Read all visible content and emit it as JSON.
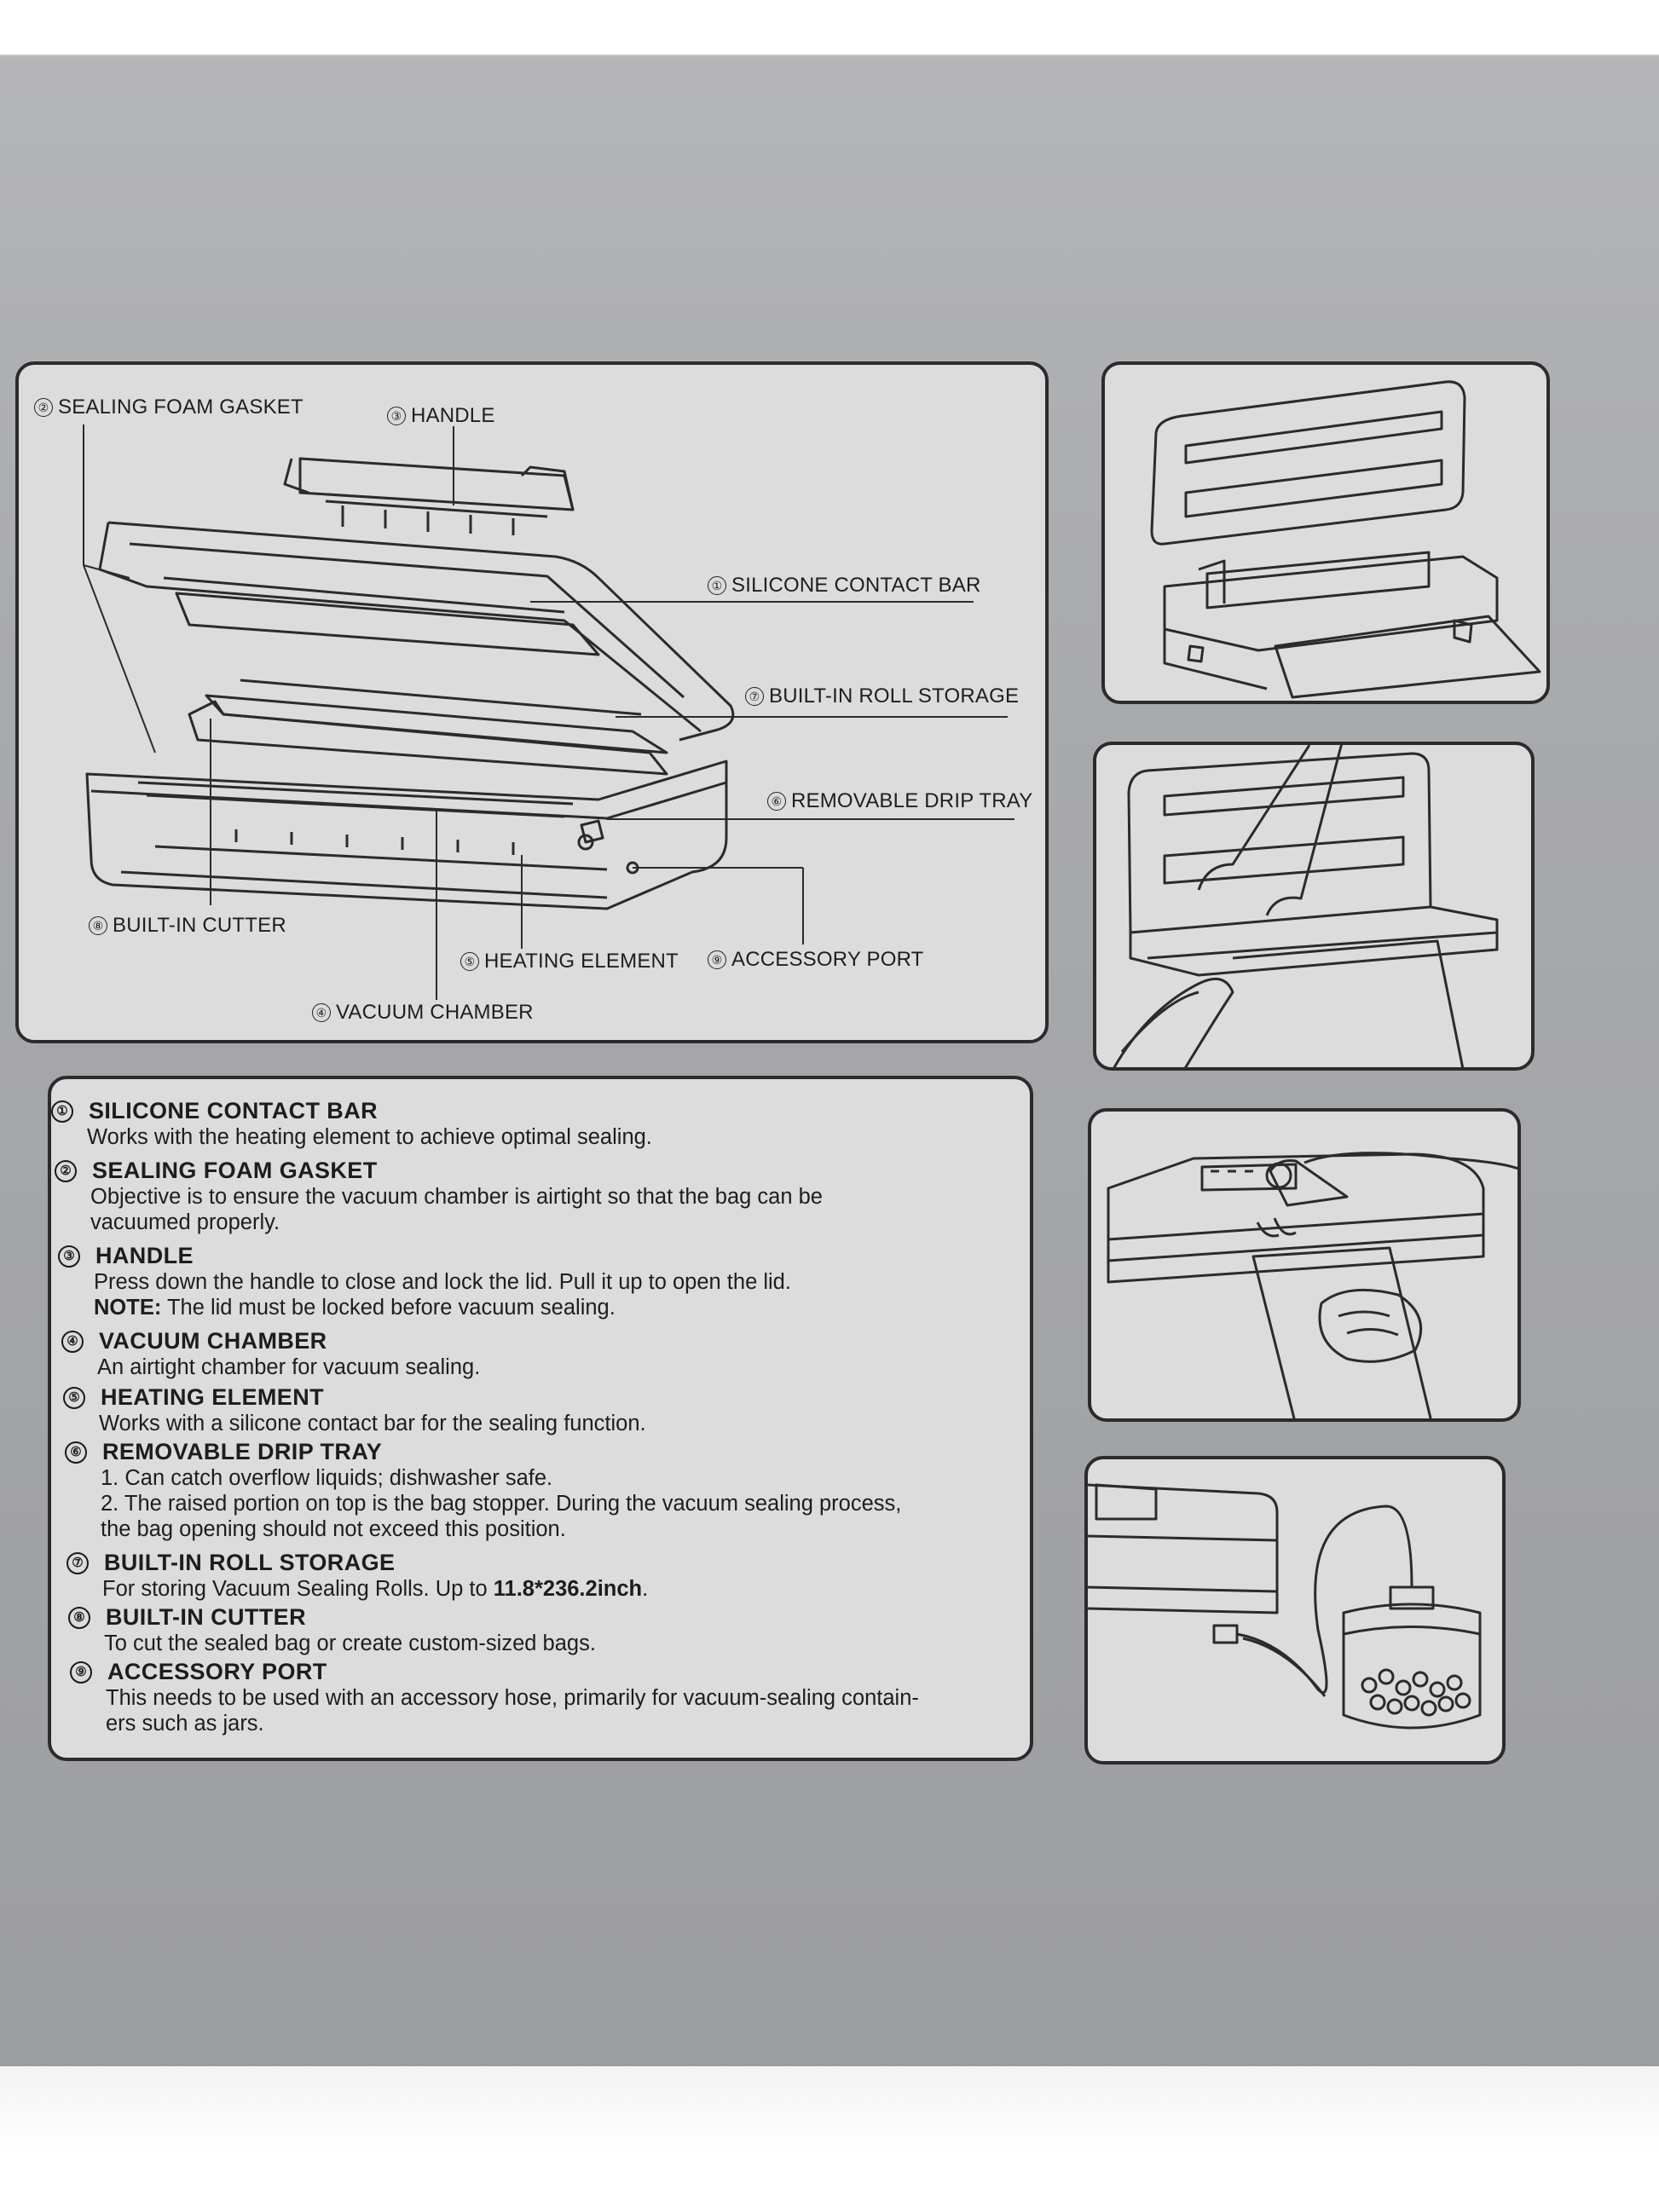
{
  "callouts": [
    {
      "number": "②",
      "label": "SEALING FOAM GASKET"
    },
    {
      "number": "③",
      "label": "HANDLE"
    },
    {
      "number": "①",
      "label": "SILICONE CONTACT BAR"
    },
    {
      "number": "⑦",
      "label": "BUILT-IN ROLL STORAGE"
    },
    {
      "number": "⑥",
      "label": "REMOVABLE DRIP TRAY"
    },
    {
      "number": "⑧",
      "label": "BUILT-IN CUTTER"
    },
    {
      "number": "⑤",
      "label": "HEATING ELEMENT"
    },
    {
      "number": "⑨",
      "label": "ACCESSORY PORT"
    },
    {
      "number": "④",
      "label": "VACUUM CHAMBER"
    }
  ],
  "descriptions": [
    {
      "number": "①",
      "title": "SILICONE CONTACT BAR",
      "lines": [
        "Works with the heating element to achieve optimal sealing."
      ]
    },
    {
      "number": "②",
      "title": "SEALING FOAM GASKET",
      "lines": [
        "Objective is to ensure the vacuum chamber is airtight so that the bag can be",
        "vacuumed properly."
      ]
    },
    {
      "number": "③",
      "title": "HANDLE",
      "lines": [
        "Press down the handle to close and lock the lid. Pull it up to open the lid."
      ],
      "note_label": "NOTE:",
      "note_text": " The lid must be locked before vacuum sealing."
    },
    {
      "number": "④",
      "title": "VACUUM CHAMBER",
      "lines": [
        "An airtight chamber for vacuum sealing."
      ]
    },
    {
      "number": "⑤",
      "title": "HEATING ELEMENT",
      "lines": [
        "Works with a silicone contact bar for the sealing function."
      ]
    },
    {
      "number": "⑥",
      "title": "REMOVABLE DRIP TRAY",
      "lines": [
        "1. Can catch overflow liquids; dishwasher safe.",
        "2. The raised portion on top is the bag stopper. During the vacuum sealing process,",
        "the bag opening should not exceed this position."
      ]
    },
    {
      "number": "⑦",
      "title": "BUILT-IN ROLL STORAGE",
      "lines": [],
      "size_prefix": "For storing Vacuum Sealing Rolls. Up to ",
      "size_value": "11.8*236.2inch",
      "size_suffix": "."
    },
    {
      "number": "⑧",
      "title": "BUILT-IN CUTTER",
      "lines": [
        "To cut the sealed bag or create custom-sized bags."
      ]
    },
    {
      "number": "⑨",
      "title": "ACCESSORY PORT",
      "lines": [
        "This needs to be used with an accessory hose, primarily for vacuum-sealing contain-",
        "ers such as jars."
      ]
    }
  ],
  "colors": {
    "box_gray": "#a9aaad",
    "panel_fill": "#dcdcdc",
    "line_art": "#2b2b2b"
  }
}
